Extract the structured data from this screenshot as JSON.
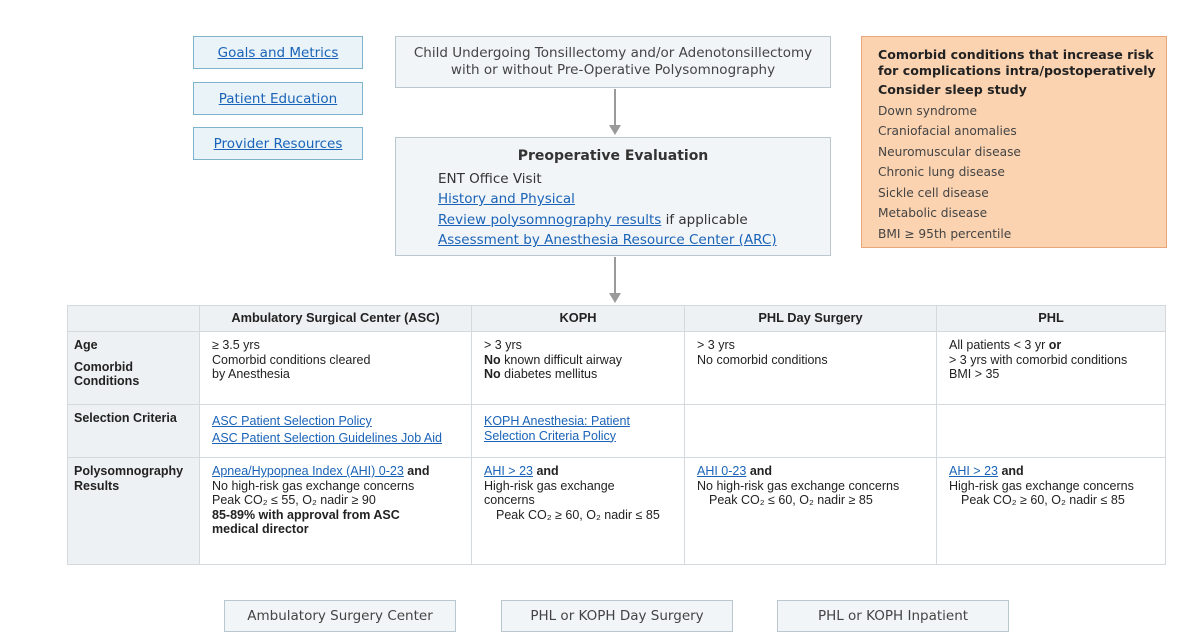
{
  "nav": {
    "goals": "Goals and Metrics",
    "education": "Patient Education",
    "resources": "Provider Resources"
  },
  "top_node": {
    "line1": "Child Undergoing Tonsillectomy and/or Adenotonsillectomy",
    "line2": "with or without Pre-Operative Polysomnography"
  },
  "preop": {
    "title": "Preoperative Evaluation",
    "visit": "ENT Office Visit",
    "history": "History and Physical",
    "review_link": "Review polysomnography results",
    "review_suffix": " if applicable",
    "arc": "Assessment by Anesthesia Resource Center (ARC)"
  },
  "comorbid": {
    "heading_line1": "Comorbid conditions that increase risk",
    "heading_line2": "for complications intra/postoperatively",
    "subheading": "Consider sleep study",
    "items": [
      "Down syndrome",
      "Craniofacial anomalies",
      "Neuromuscular disease",
      "Chronic lung disease",
      "Sickle cell disease",
      "Metabolic disease",
      "BMI ≥ 95th percentile"
    ]
  },
  "table": {
    "columns": [
      "",
      "Ambulatory Surgical Center (ASC)",
      "KOPH",
      "PHL Day Surgery",
      "PHL"
    ],
    "row_age": {
      "label_age": "Age",
      "label_comorbid": "Comorbid Conditions",
      "asc_age": "≥ 3.5 yrs",
      "asc_cond1": "Comorbid conditions cleared",
      "asc_cond2": "by Anesthesia",
      "koph_age": "> 3 yrs",
      "koph_no1": "No",
      "koph_cond1": " known difficult airway",
      "koph_no2": "No",
      "koph_cond2": " diabetes mellitus",
      "phlday_age": "> 3 yrs",
      "phlday_cond": "No comorbid conditions",
      "phl_line1": "All patients < 3 yr ",
      "phl_or": "or",
      "phl_line2": "> 3 yrs with comorbid conditions",
      "phl_line3": "BMI > 35"
    },
    "row_selection": {
      "label": "Selection Criteria",
      "asc_link1": "ASC Patient Selection Policy",
      "asc_link2": "ASC Patient Selection Guidelines Job Aid",
      "koph_link1": "KOPH Anesthesia: Patient",
      "koph_link2": "Selection Criteria Policy"
    },
    "row_psg": {
      "label_line1": "Polysomnography",
      "label_line2": "Results",
      "asc_link": "Apnea/Hypopnea Index (AHI) 0-23",
      "and": " and",
      "asc_line2": "No high-risk gas exchange concerns",
      "asc_line3": "Peak CO₂ ≤ 55, O₂ nadir ≥ 90",
      "asc_bold1": "85-89% with approval from ASC",
      "asc_bold2": "medical director",
      "koph_link": "AHI > 23",
      "koph_line2": "High-risk gas exchange",
      "koph_line3": "concerns",
      "koph_line4": "Peak CO₂ ≥ 60, O₂ nadir ≤ 85",
      "phlday_link": "AHI 0-23",
      "phlday_line2": "No high-risk gas exchange concerns",
      "phlday_line3": "Peak CO₂ ≤ 60, O₂ nadir ≥ 85",
      "phl_link": "AHI > 23",
      "phl_line2": "High-risk gas exchange concerns",
      "phl_line3": "Peak CO₂ ≥ 60, O₂ nadir ≤ 85"
    }
  },
  "outcomes": [
    "Ambulatory Surgery Center",
    "PHL or KOPH Day Surgery",
    "PHL or KOPH Inpatient"
  ]
}
